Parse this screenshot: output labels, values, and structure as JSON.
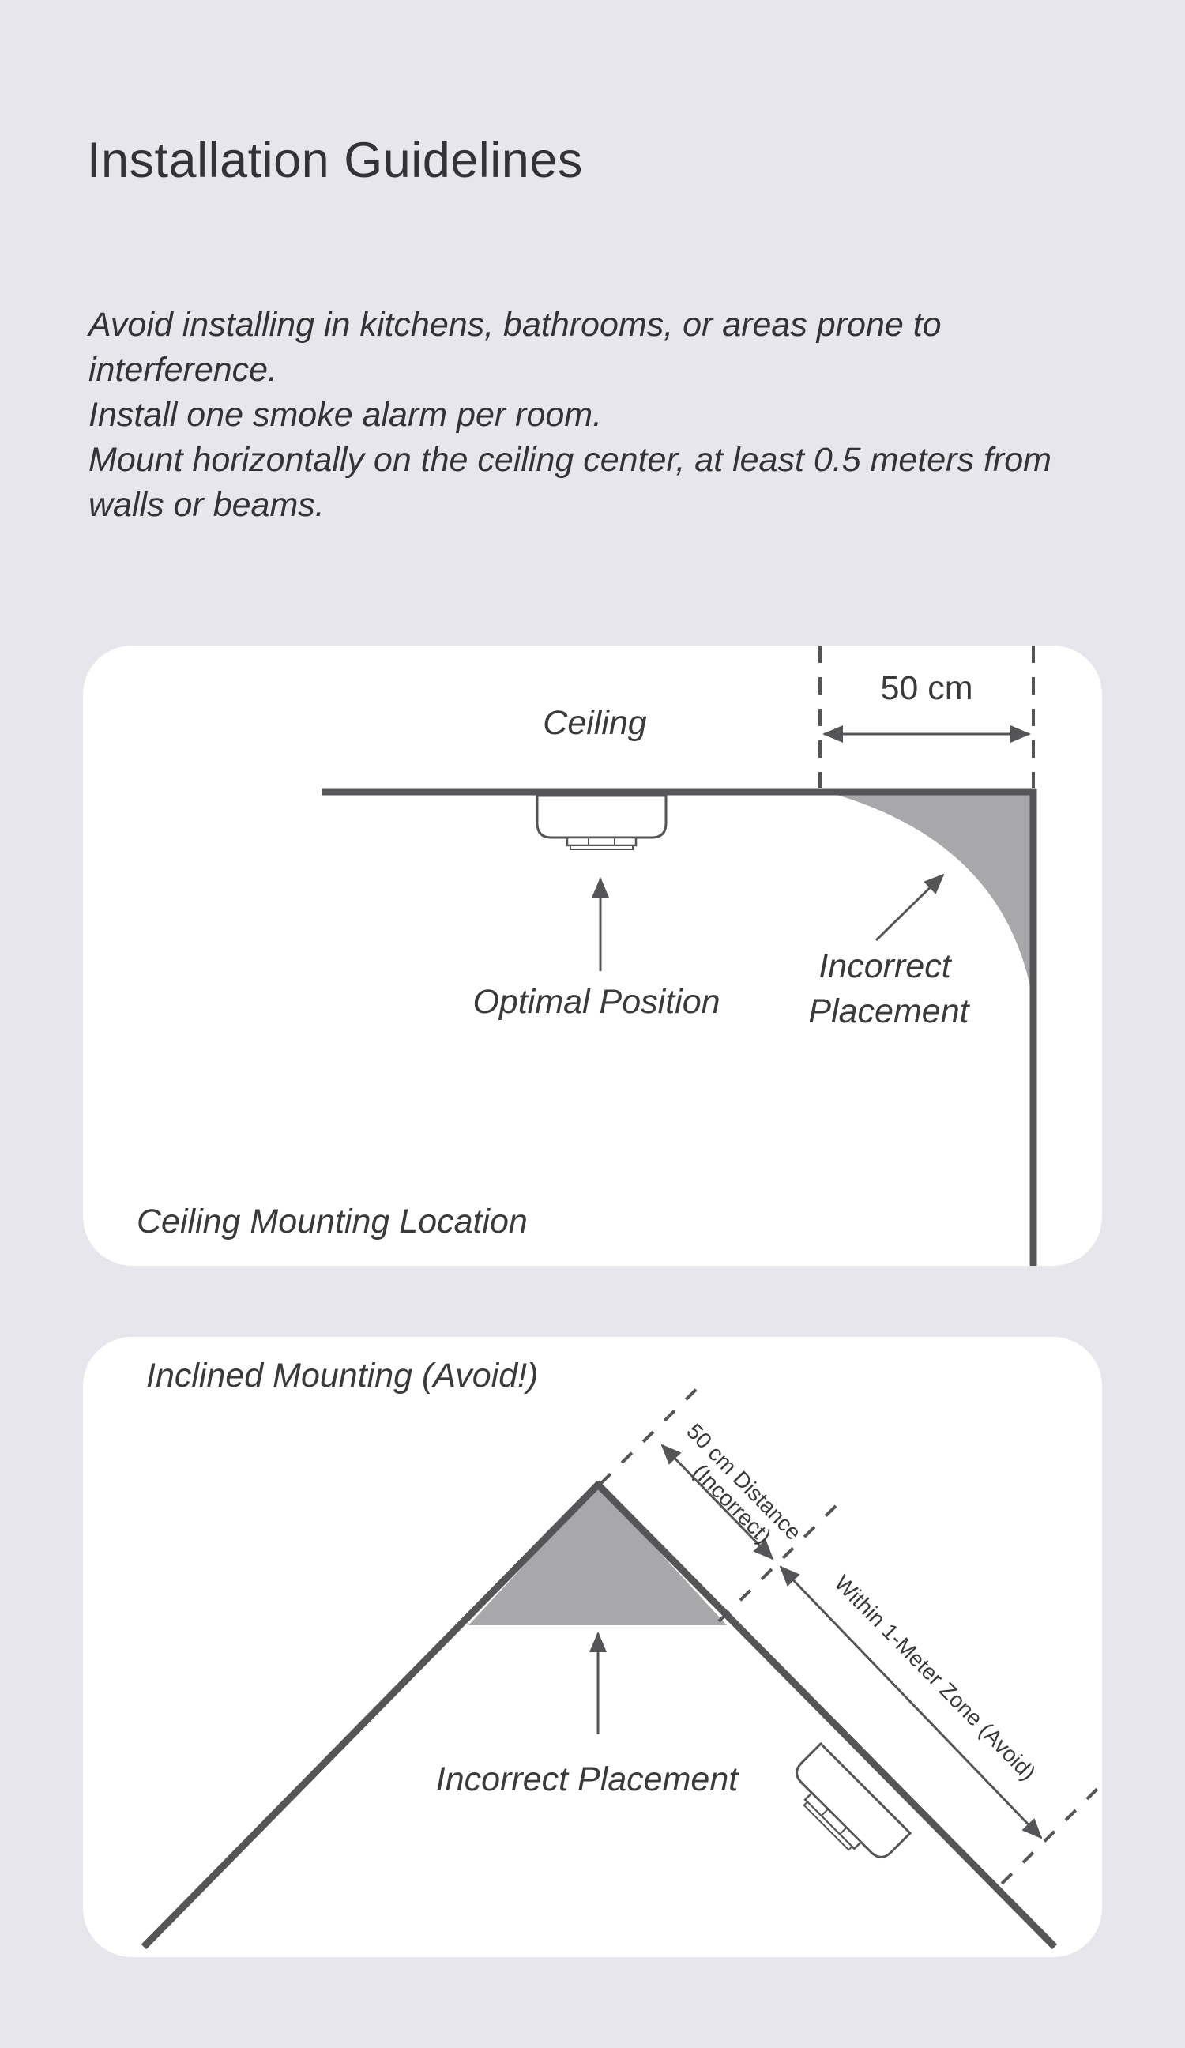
{
  "page": {
    "title": "Installation Guidelines"
  },
  "guidelines": [
    "Avoid installing in kitchens, bathrooms, or areas prone to interference.",
    "Install one smoke alarm per room.",
    "Mount horizontally on the ceiling center, at least 0.5 meters from walls or beams."
  ],
  "ceiling_diagram": {
    "caption": "Ceiling Mounting Location",
    "ceiling_label": "Ceiling",
    "distance_label": "50 cm",
    "optimal_label": "Optimal Position",
    "incorrect_label_line1": "Incorrect",
    "incorrect_label_line2": "Placement"
  },
  "inclined_diagram": {
    "caption": "Inclined Mounting (Avoid!)",
    "distance_label_line1": "50 cm Distance",
    "distance_label_line2": "(Incorrect)",
    "zone_label": "Within 1-Meter Zone (Avoid)",
    "incorrect_label": "Incorrect Placement"
  },
  "colors": {
    "background": "#e6e6ec",
    "card": "#ffffff",
    "line": "#555558",
    "shade": "#a8a8aa",
    "text": "#3a3a3c"
  }
}
